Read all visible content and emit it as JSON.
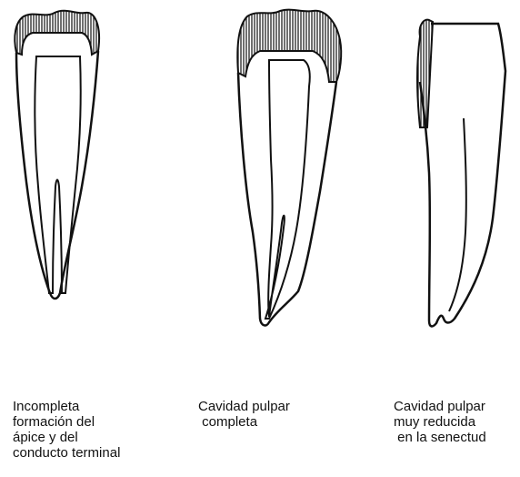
{
  "colors": {
    "outline": "#111111",
    "enamel_hatch": "#222222",
    "background": "#ffffff"
  },
  "captions": [
    {
      "id": "incomplete-apex",
      "lines": [
        "Incompleta",
        "formación del",
        "ápice y del",
        "conducto terminal"
      ]
    },
    {
      "id": "complete-pulp",
      "lines": [
        "Cavidad pulpar",
        " completa"
      ]
    },
    {
      "id": "reduced-pulp",
      "lines": [
        "Cavidad pulpar",
        "muy reducida",
        " en la senectud"
      ]
    }
  ]
}
